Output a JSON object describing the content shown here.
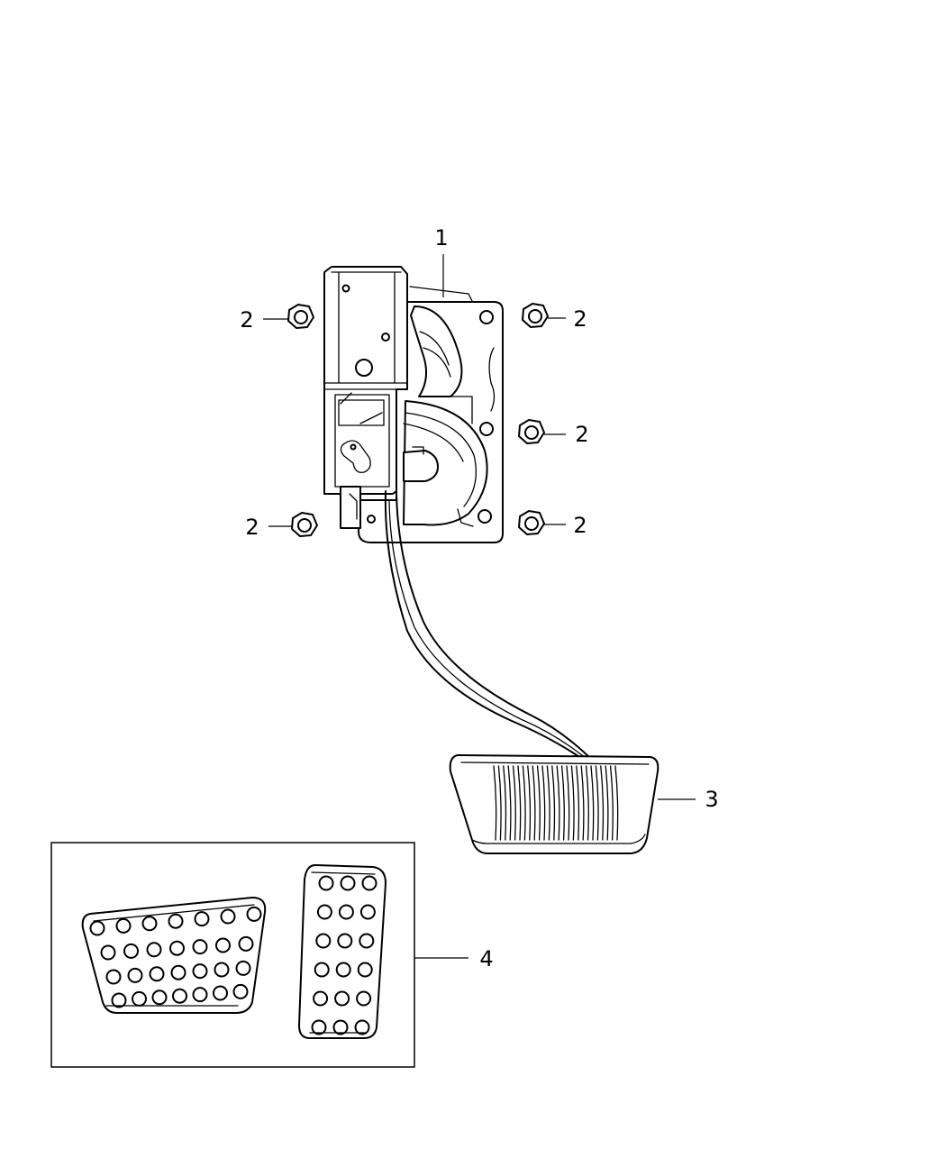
{
  "callouts": {
    "pedal_assembly": "1",
    "nut_top_left": "2",
    "nut_top_right": "2",
    "nut_mid_right": "2",
    "nut_bottom_left": "2",
    "nut_bottom_right": "2",
    "brake_pad": "3",
    "pad_kit": "4"
  },
  "parts": [
    {
      "callout": "1",
      "icon": "pedal-bracket-assembly-icon"
    },
    {
      "callout": "2",
      "icon": "hex-nut-icon",
      "count": 5
    },
    {
      "callout": "3",
      "icon": "brake-pedal-pad-icon"
    },
    {
      "callout": "4",
      "icon": "sport-pedal-pad-kit-icon"
    }
  ],
  "colors": {
    "line": "#000000",
    "background": "#ffffff"
  }
}
